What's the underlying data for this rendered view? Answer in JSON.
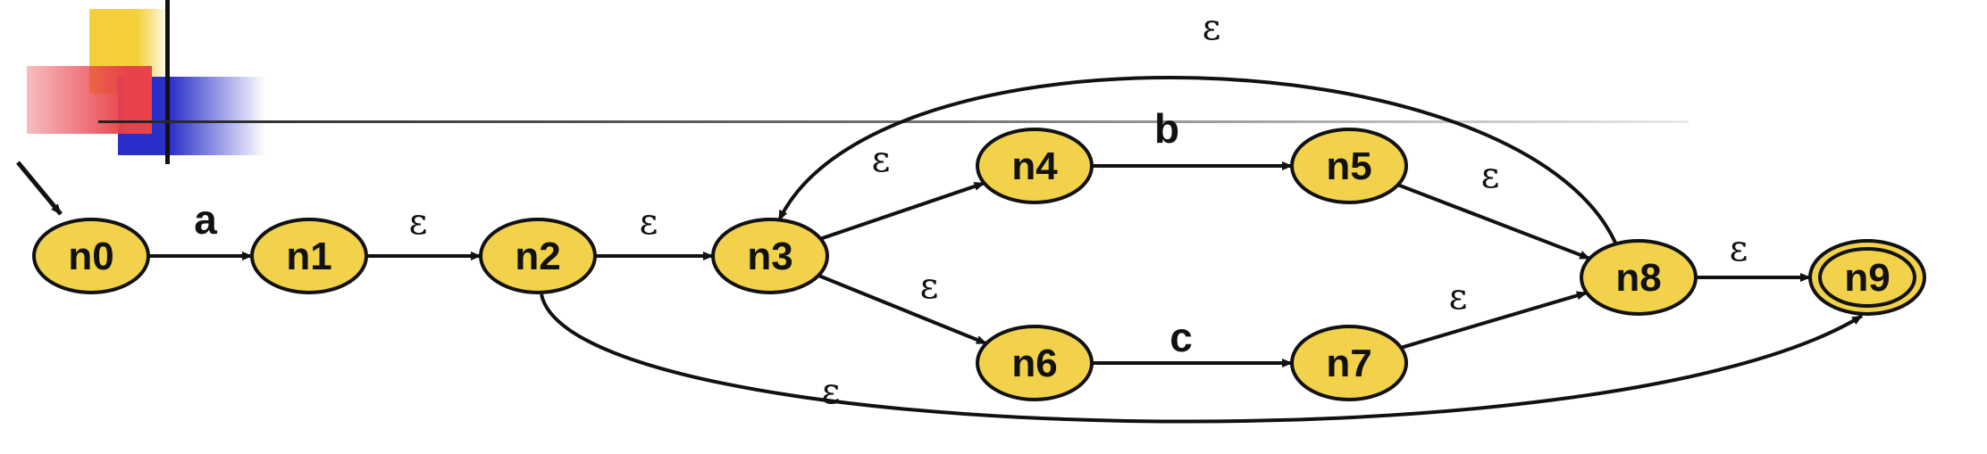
{
  "colors": {
    "node_fill": "#f2d24a",
    "node_stroke": "#111111",
    "edge": "#111111",
    "deco_yellow": "#f5cf3a",
    "deco_red": "#e8424a",
    "deco_blue": "#2b2fc9"
  },
  "nodes": [
    {
      "id": "n0",
      "label": "n0"
    },
    {
      "id": "n1",
      "label": "n1"
    },
    {
      "id": "n2",
      "label": "n2"
    },
    {
      "id": "n3",
      "label": "n3"
    },
    {
      "id": "n4",
      "label": "n4"
    },
    {
      "id": "n5",
      "label": "n5"
    },
    {
      "id": "n6",
      "label": "n6"
    },
    {
      "id": "n7",
      "label": "n7"
    },
    {
      "id": "n8",
      "label": "n8"
    },
    {
      "id": "n9",
      "label": "n9",
      "accepting": true
    }
  ],
  "start_node": "n0",
  "edges": [
    {
      "from": "n0",
      "to": "n1",
      "label": "a"
    },
    {
      "from": "n1",
      "to": "n2",
      "label": "ε"
    },
    {
      "from": "n2",
      "to": "n3",
      "label": "ε"
    },
    {
      "from": "n3",
      "to": "n4",
      "label": "ε"
    },
    {
      "from": "n3",
      "to": "n6",
      "label": "ε"
    },
    {
      "from": "n4",
      "to": "n5",
      "label": "b"
    },
    {
      "from": "n6",
      "to": "n7",
      "label": "c"
    },
    {
      "from": "n5",
      "to": "n8",
      "label": "ε"
    },
    {
      "from": "n7",
      "to": "n8",
      "label": "ε"
    },
    {
      "from": "n8",
      "to": "n9",
      "label": "ε"
    },
    {
      "from": "n8",
      "to": "n3",
      "label": "ε"
    },
    {
      "from": "n2",
      "to": "n9",
      "label": "ε"
    }
  ]
}
